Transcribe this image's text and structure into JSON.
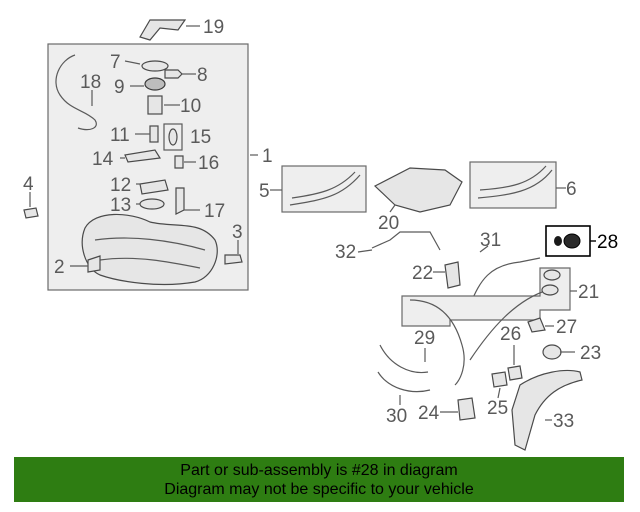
{
  "diagram": {
    "callouts": [
      "1",
      "2",
      "3",
      "4",
      "5",
      "6",
      "7",
      "8",
      "9",
      "10",
      "11",
      "12",
      "13",
      "14",
      "15",
      "16",
      "17",
      "18",
      "19",
      "20",
      "21",
      "22",
      "23",
      "24",
      "25",
      "26",
      "27",
      "28",
      "29",
      "30",
      "31",
      "32",
      "33"
    ],
    "highlighted": "28"
  },
  "banner": {
    "line1": "Part or sub-assembly is #28 in diagram",
    "line2": "Diagram may not be specific to your vehicle",
    "color": "#2e7d12"
  }
}
